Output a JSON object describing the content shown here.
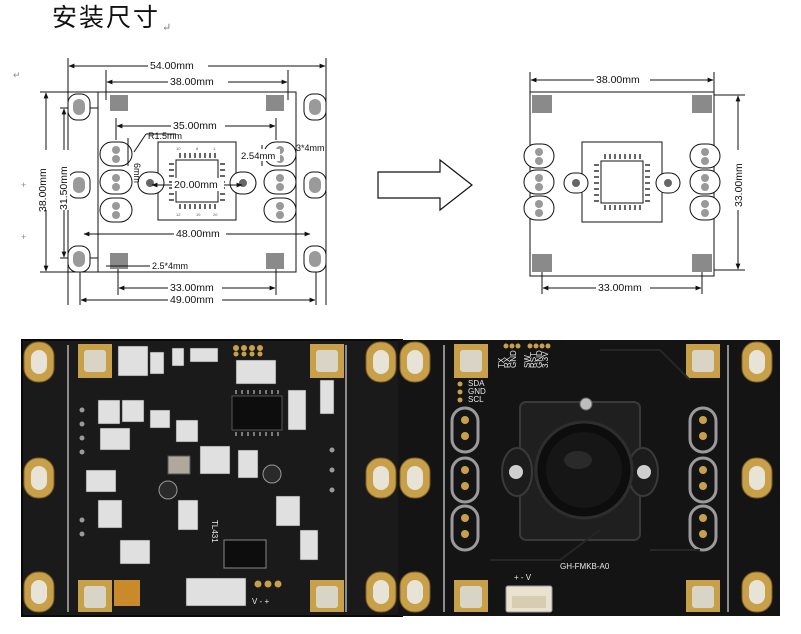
{
  "title": "安装尺寸",
  "paragraph_mark": "↵",
  "left_drawing": {
    "width_outer": "54.00mm",
    "width_pad_spacing": "38.00mm",
    "hole_spacing_horizontal": "35.00mm",
    "corner_radius": "R1.5mm",
    "pad_width": "6mm",
    "pin_pitch": "2.54mm",
    "hole_size": "3*4mm",
    "center_spacing": "20.00mm",
    "board_width": "48.00mm",
    "height_outer": "38.00mm",
    "height_inner": "31.50mm",
    "slot_size": "2.5*4mm",
    "bottom_inner": "33.00mm",
    "bottom_outer": "49.00mm"
  },
  "right_drawing": {
    "top_width": "38.00mm",
    "height": "33.00mm",
    "bottom_width": "33.00mm"
  },
  "photo": {
    "board_label": "GH-FMKB-A0",
    "left_bottom_label": "V  -  +",
    "right_bottom_label": "+ - V",
    "header_labels": [
      "SDA",
      "GND",
      "SCL"
    ],
    "top_header": [
      "TX",
      "RX",
      "GND",
      "SW",
      "RST",
      "GND",
      "3.3V"
    ],
    "chip_label": "TL431"
  }
}
